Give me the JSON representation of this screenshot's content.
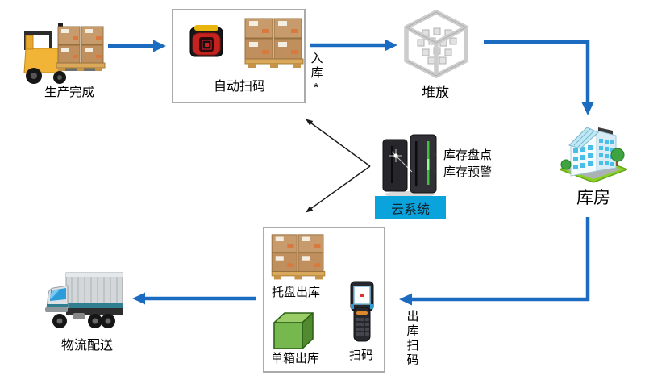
{
  "colors": {
    "arrow_blue": "#1B6CC1",
    "arrow_green": "#5BAD56",
    "arrow_black": "#1a1a1a",
    "box_border": "#ababab",
    "cloud_tag_bg": "#0BA3DC"
  },
  "labels": {
    "production": "生产完成",
    "auto_scan": "自动扫码",
    "inbound_vertical": "入库*",
    "stacking": "堆放",
    "warehouse": "库房",
    "cloud_system": "云系统",
    "cloud_bullets": [
      "库存盘点",
      "库存预警"
    ],
    "pallet_outbound": "托盘出库",
    "single_box_outbound": "单箱出库",
    "scan": "扫码",
    "outbound_scan_vertical": "出库扫码",
    "delivery": "物流配送"
  },
  "icons": {
    "production": "forklift-with-boxes-icon",
    "auto_scan": "barcode-reader-icon and pallet-boxes-icon",
    "stacking": "wireframe-cube-icon",
    "warehouse": "office-building-icon",
    "cloud_system": "server-icon",
    "pallet_outbound": "pallet-boxes-icon",
    "single_box_outbound": "green-cube-icon",
    "scan": "handheld-scanner-icon",
    "delivery": "truck-icon"
  }
}
